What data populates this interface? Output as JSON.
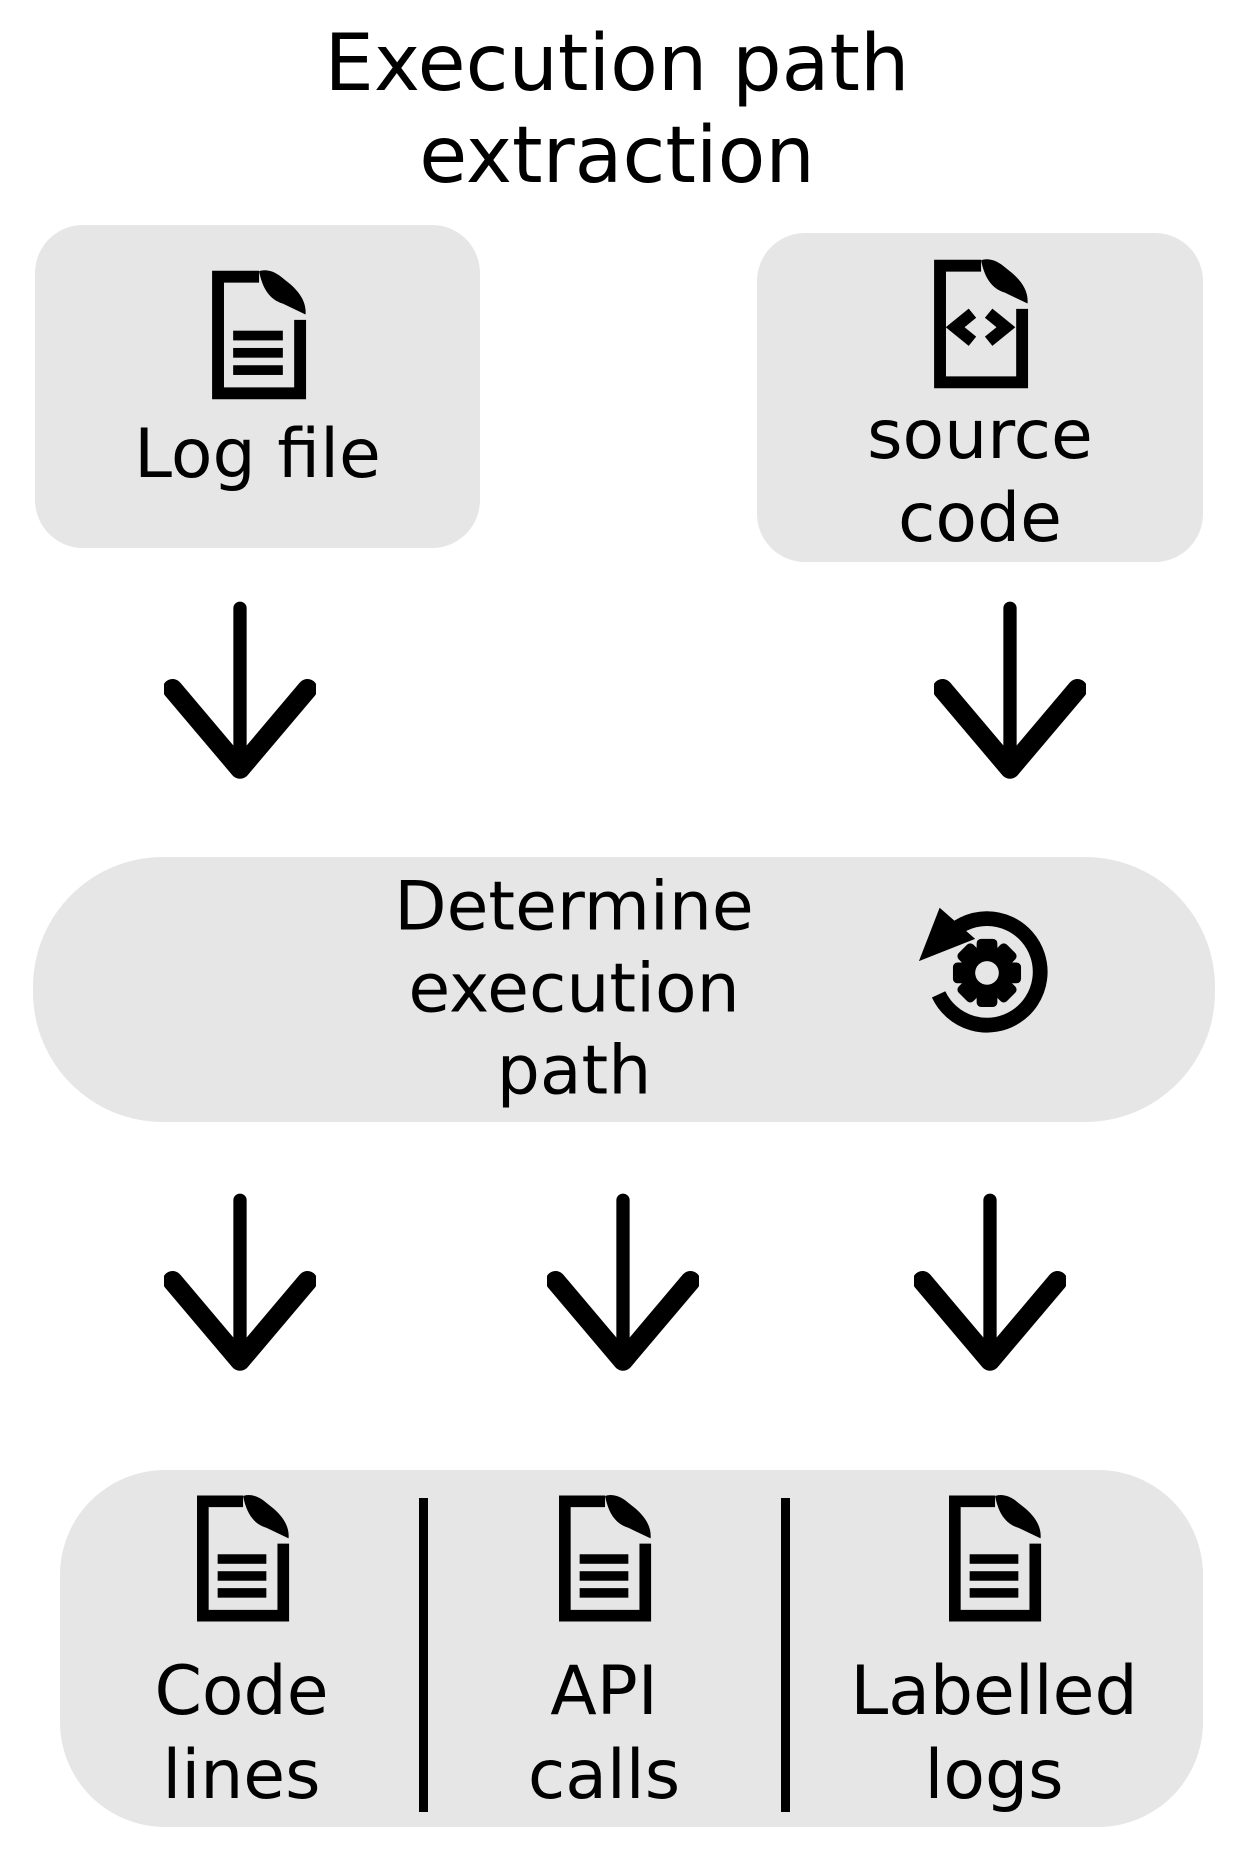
{
  "title": "Execution path extraction",
  "diagram": {
    "inputs": [
      {
        "label": "Log file",
        "icon": "document-text-icon"
      },
      {
        "label": "source code",
        "icon": "document-code-icon"
      }
    ],
    "process": {
      "label": "Determine execution path",
      "icon": "rotate-gear-icon"
    },
    "outputs": [
      {
        "label": "Code lines",
        "icon": "document-text-icon"
      },
      {
        "label": "API calls",
        "icon": "document-text-icon"
      },
      {
        "label": "Labelled logs",
        "icon": "document-text-icon"
      }
    ],
    "colors": {
      "node_background": "#e7e6e6",
      "ink": "#000000",
      "page_background": "#ffffff"
    }
  }
}
